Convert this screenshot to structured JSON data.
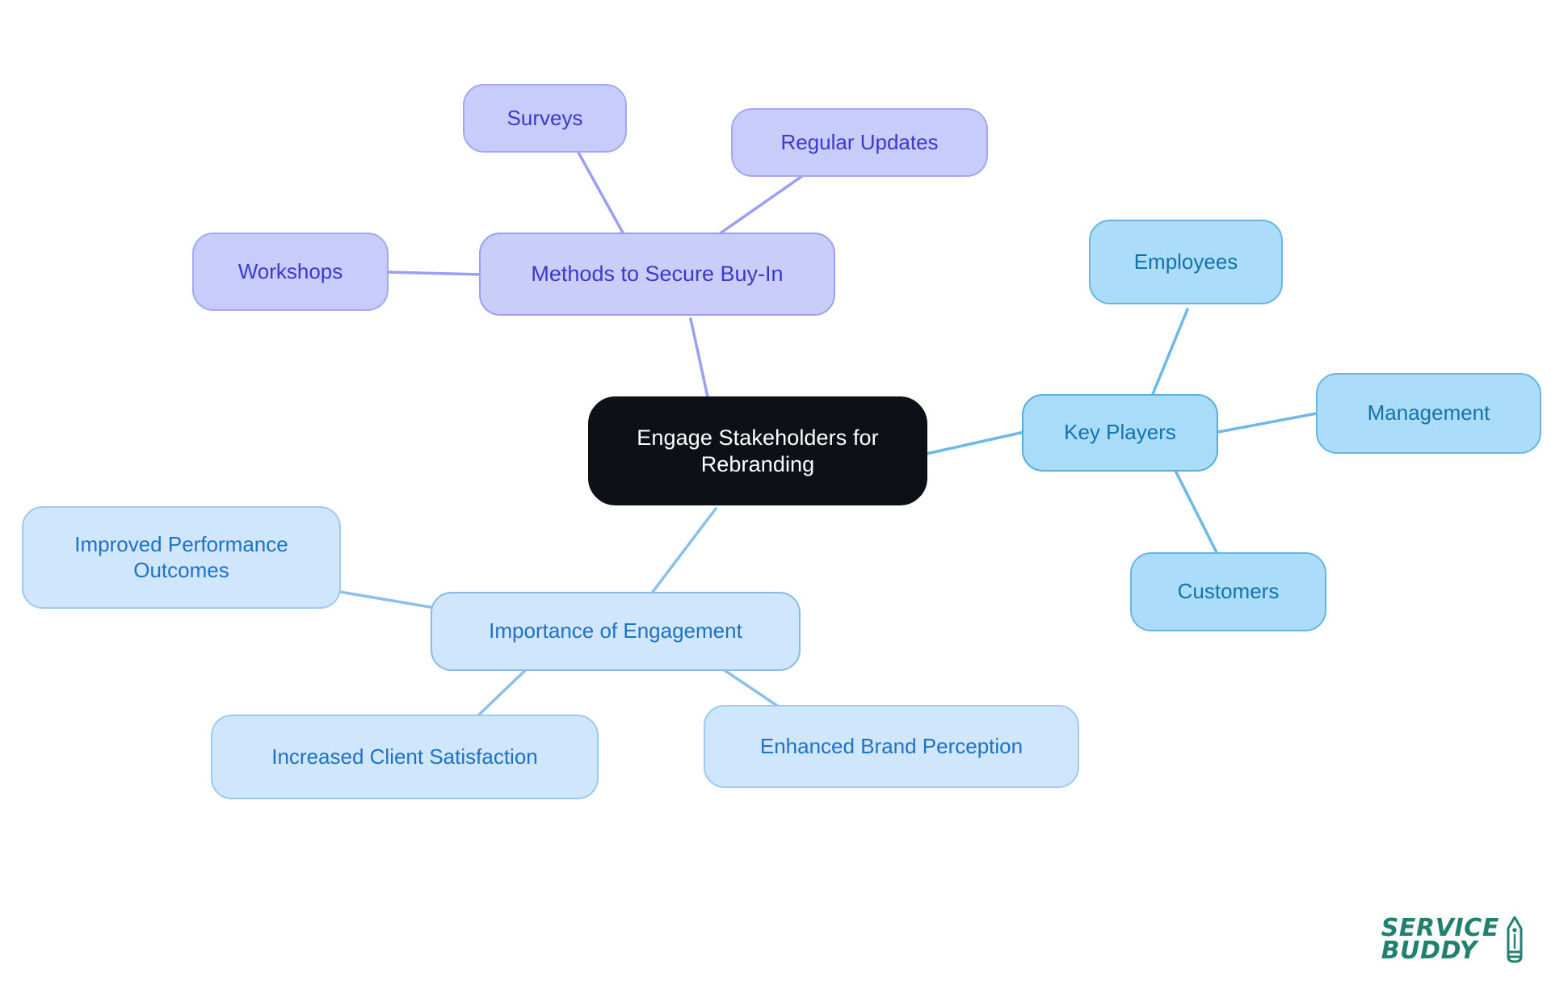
{
  "diagram": {
    "type": "mindmap",
    "title": "Engage Stakeholders for Rebranding",
    "background_color": "#ffffff",
    "root": {
      "id": "root",
      "label": "Engage Stakeholders for\nRebranding",
      "fill": "#0d1117",
      "text_color": "#ffffff"
    },
    "branches": [
      {
        "id": "methods",
        "label": "Methods to Secure Buy-In",
        "fill": "#c9cdf8",
        "border": "#9aa0ef",
        "text_color": "#3a38cf",
        "edge_color": "#9aa0ef",
        "children": [
          {
            "id": "surveys",
            "label": "Surveys"
          },
          {
            "id": "regular-updates",
            "label": "Regular Updates"
          },
          {
            "id": "workshops",
            "label": "Workshops"
          }
        ]
      },
      {
        "id": "key-players",
        "label": "Key Players",
        "fill": "#a9dcf9",
        "border": "#58abda",
        "text_color": "#1573ab",
        "edge_color": "#6cb8e8",
        "children": [
          {
            "id": "employees",
            "label": "Employees"
          },
          {
            "id": "management",
            "label": "Management"
          },
          {
            "id": "customers",
            "label": "Customers"
          }
        ]
      },
      {
        "id": "importance",
        "label": "Importance of Engagement",
        "fill": "#cfe6fc",
        "border": "#87bbea",
        "text_color": "#1d72c8",
        "edge_color": "#8cbfe9",
        "children": [
          {
            "id": "improved-performance",
            "label": "Improved Performance\nOutcomes"
          },
          {
            "id": "client-satisfaction",
            "label": "Increased Client Satisfaction"
          },
          {
            "id": "brand-perception",
            "label": "Enhanced Brand Perception"
          }
        ]
      }
    ]
  },
  "nodes": {
    "root": "Engage Stakeholders for\nRebranding",
    "methods": "Methods to Secure Buy-In",
    "surveys": "Surveys",
    "regular_updates": "Regular Updates",
    "workshops": "Workshops",
    "key_players": "Key Players",
    "employees": "Employees",
    "management": "Management",
    "customers": "Customers",
    "importance": "Importance of Engagement",
    "improved_performance": "Improved Performance\nOutcomes",
    "client_satisfaction": "Increased Client Satisfaction",
    "brand_perception": "Enhanced Brand Perception"
  },
  "logo": {
    "line1": "SERVICE",
    "line2": "BUDDY",
    "color": "#22806f",
    "icon": "pencil-icon"
  }
}
